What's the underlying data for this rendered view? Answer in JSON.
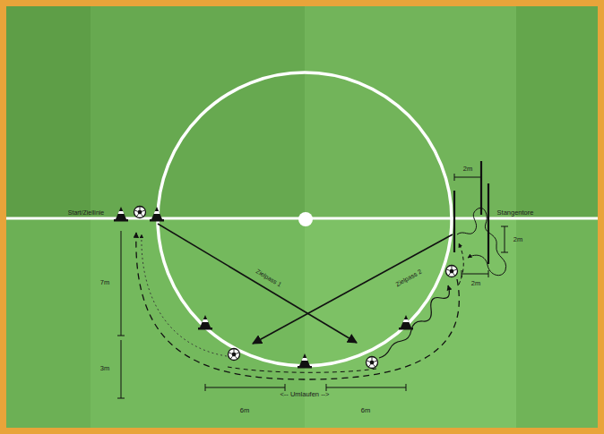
{
  "diagram": {
    "labels": [
      "Start/Ziellinie",
      "Stangentore",
      "2m",
      "2m",
      "2m",
      "7m",
      "3m",
      "Zielpass 1",
      "Zielpass 2",
      "<-- Umlaufen -->",
      "6m",
      "6m"
    ]
  }
}
